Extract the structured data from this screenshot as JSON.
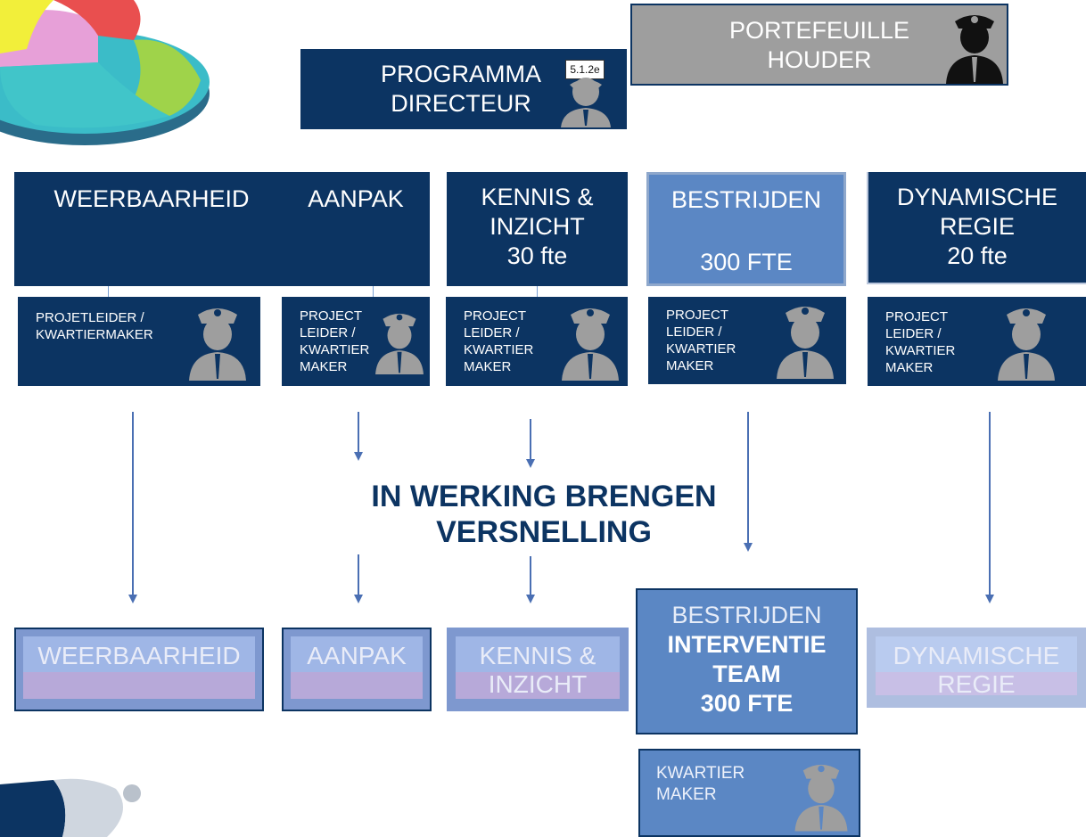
{
  "top": {
    "programma": {
      "line1": "PROGRAMMA",
      "line2": "DIRECTEUR",
      "badge": "5.1.2e"
    },
    "portefeuille": {
      "line1": "PORTEFEUILLE",
      "line2": "HOUDER"
    }
  },
  "columns": [
    {
      "title": [
        "WEERBAARHEID"
      ],
      "fte": "",
      "leader": [
        "PROJETLEIDER /",
        "KWARTIERMAKER"
      ]
    },
    {
      "title": [
        "AANPAK"
      ],
      "fte": "",
      "leader": [
        "PROJECT",
        "LEIDER /",
        "KWARTIER",
        "MAKER"
      ]
    },
    {
      "title": [
        "KENNIS &",
        "INZICHT"
      ],
      "fte": "30 fte",
      "leader": [
        "PROJECT",
        "LEIDER /",
        "KWARTIER",
        "MAKER"
      ]
    },
    {
      "title": [
        "BESTRIJDEN"
      ],
      "fte": "300 FTE",
      "leader": [
        "PROJECT",
        "LEIDER /",
        "KWARTIER",
        "MAKER"
      ]
    },
    {
      "title": [
        "DYNAMISCHE",
        "REGIE"
      ],
      "fte": "20 fte",
      "leader": [
        "PROJECT",
        "LEIDER /",
        "KWARTIER",
        "MAKER"
      ]
    }
  ],
  "center": {
    "line1": "IN WERKING BRENGEN",
    "line2": "VERSNELLING"
  },
  "bottom": {
    "weerbaarheid": "WEERBAARHEID",
    "aanpak": "AANPAK",
    "kennis": [
      "KENNIS &",
      "INZICHT"
    ],
    "bestrijden": [
      "BESTRIJDEN",
      "INTERVENTIE",
      "TEAM",
      "300 FTE"
    ],
    "dynamische": [
      "DYNAMISCHE",
      "REGIE"
    ],
    "kwartiermaker": [
      "KWARTIER",
      "MAKER"
    ]
  },
  "colors": {
    "navy": "#0c3462",
    "grey": "#9e9e9e",
    "mid": "#5b87c4",
    "arrow": "#4a6fb3"
  },
  "icons": {
    "person": "officer-person-icon",
    "puzzle": "puzzle-pieces-icon"
  }
}
